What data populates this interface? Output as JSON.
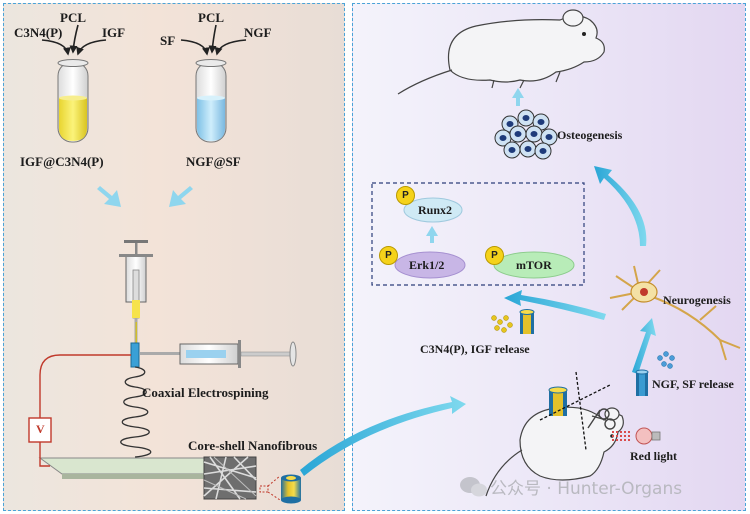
{
  "left": {
    "tube1_inputs": {
      "a": "C3N4(P)",
      "b": "PCL",
      "c": "IGF"
    },
    "tube2_inputs": {
      "a": "SF",
      "b": "PCL",
      "c": "NGF"
    },
    "tube1_label": "IGF@C3N4(P)",
    "tube2_label": "NGF@SF",
    "process_label": "Coaxial Electrospining",
    "product_label": "Core-shell Nanofibrous",
    "voltage_symbol": "V"
  },
  "right": {
    "osteogenesis": "Osteogenesis",
    "neurogenesis": "Neurogenesis",
    "runx2": "Runx2",
    "erk": "Erk1/2",
    "mtor": "mTOR",
    "p_badge": "P",
    "release1": "C3N4(P), IGF release",
    "release2": "NGF, SF release",
    "light": "Red light"
  },
  "watermark": "公众号 · Hunter-Organs",
  "colors": {
    "border": "#4aa3d8",
    "arrow": "#4cc3e0",
    "yellow": "#f2e24a",
    "blue": "#a8d8f2",
    "runx": "#cfeaf5",
    "erk": "#c8b6e6",
    "mtor": "#b8ecb8"
  }
}
